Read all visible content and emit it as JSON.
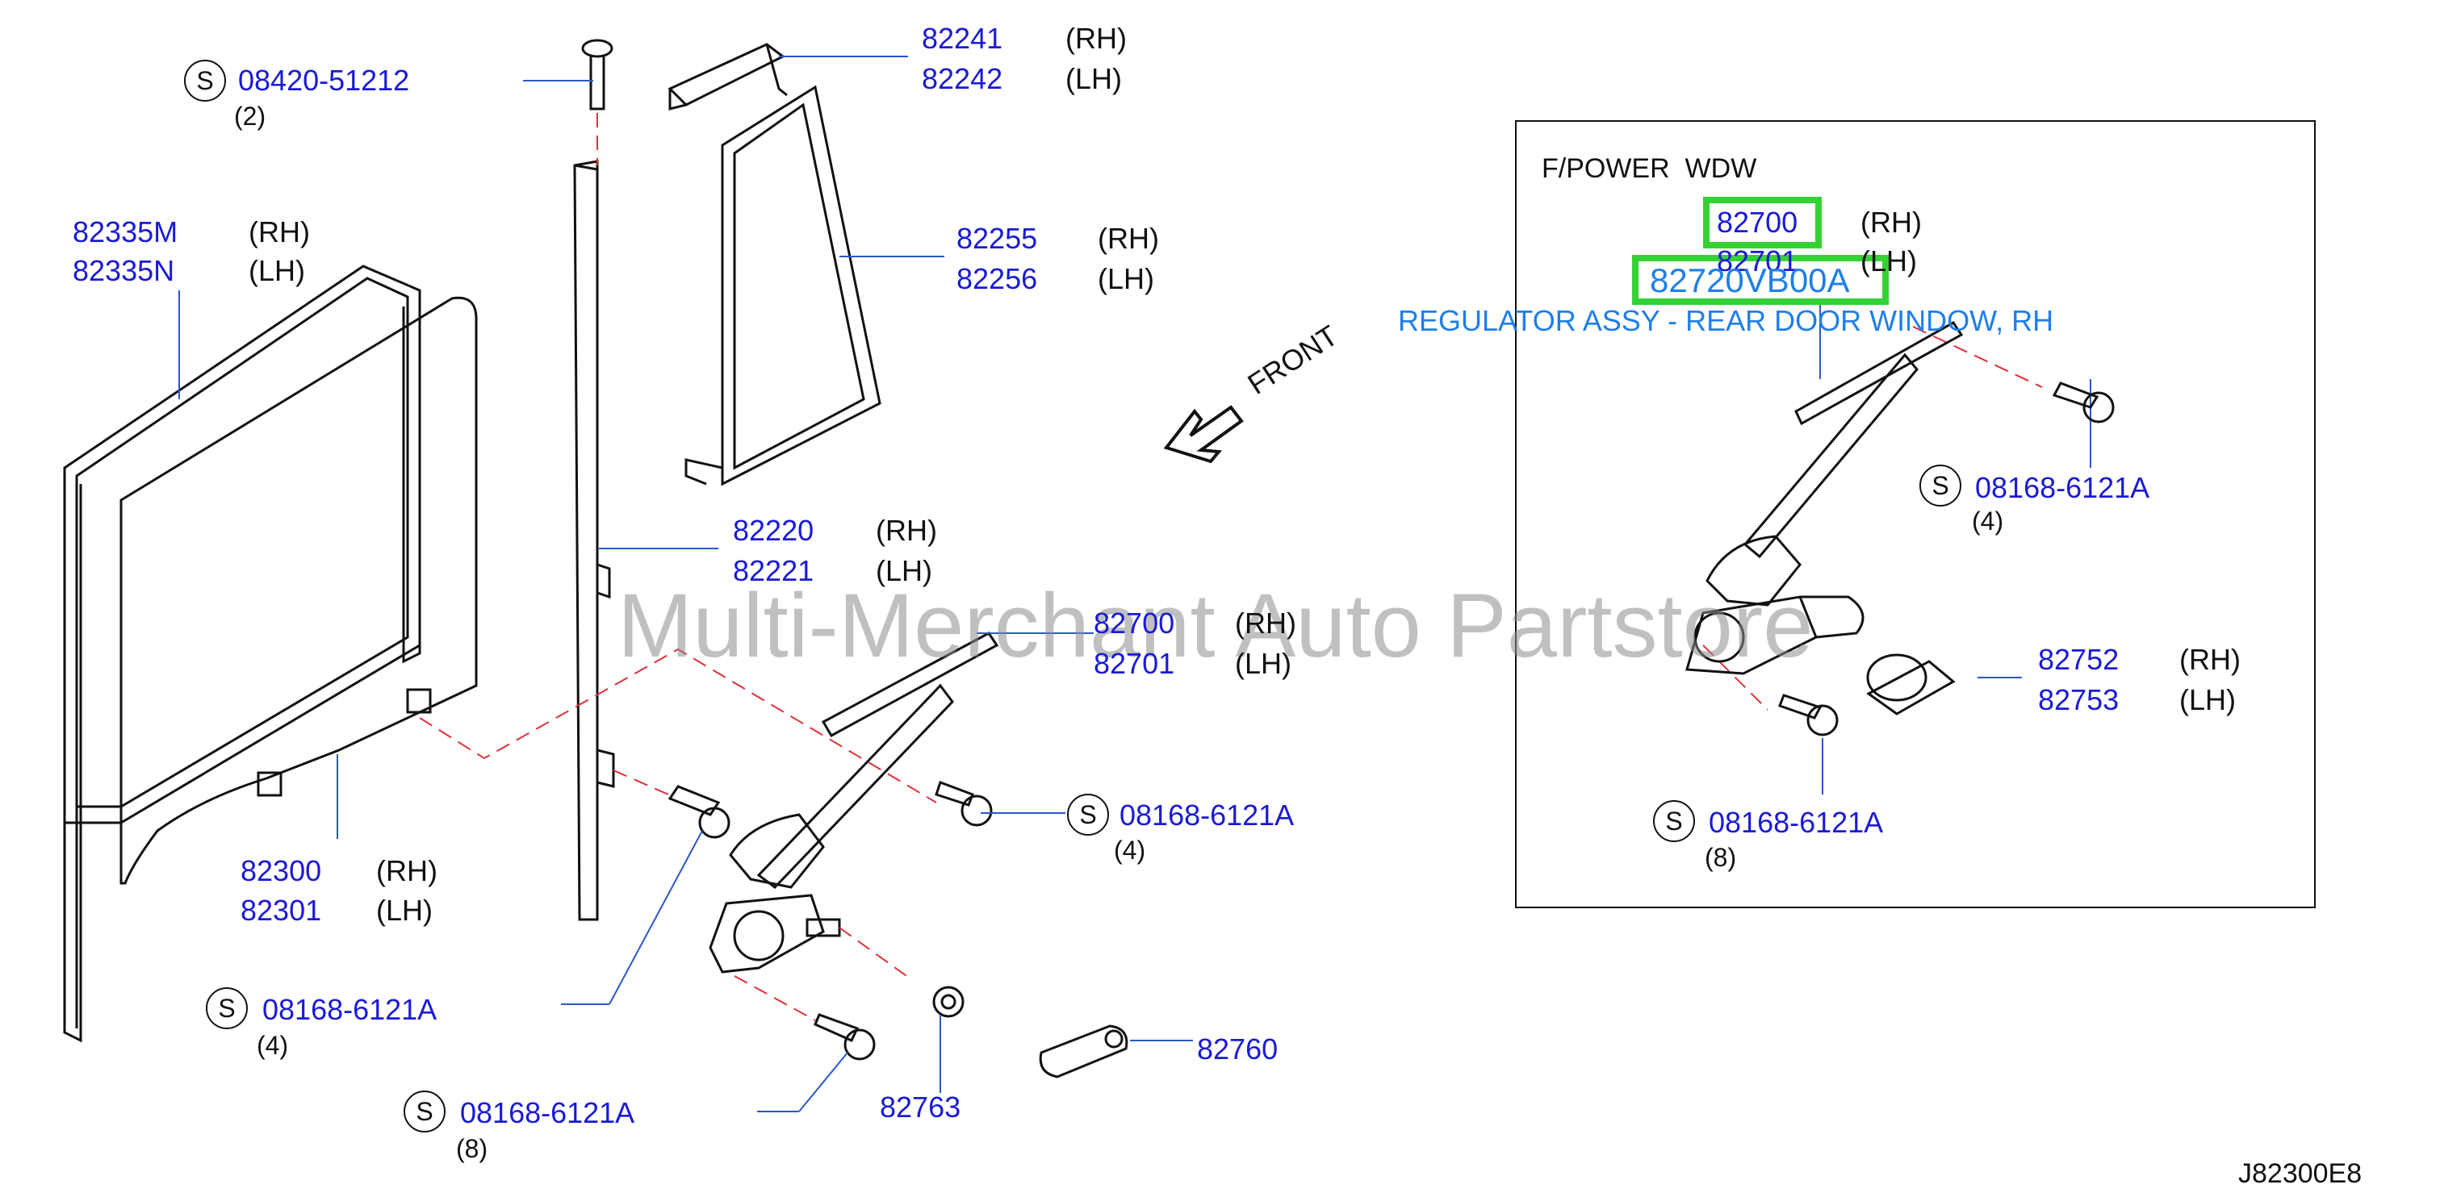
{
  "watermark": "Multi-Merchant Auto Partstore",
  "figure_code": "J82300E8",
  "front_label": "FRONT",
  "inset": {
    "title": "F/POWER  WDW",
    "highlight_part": "82720VB00A",
    "highlight_desc": "REGULATOR ASSY - REAR DOOR WINDOW, RH"
  },
  "callouts": {
    "c82241": {
      "pn": "82241",
      "side": "(RH)"
    },
    "c82242": {
      "pn": "82242",
      "side": "(LH)"
    },
    "c08420": {
      "s": "S",
      "pn": "08420-51212",
      "qty": "(2)"
    },
    "c82335m": {
      "pn": "82335M",
      "side": "(RH)"
    },
    "c82335n": {
      "pn": "82335N",
      "side": "(LH)"
    },
    "c82255": {
      "pn": "82255",
      "side": "(RH)"
    },
    "c82256": {
      "pn": "82256",
      "side": "(LH)"
    },
    "c82220": {
      "pn": "82220",
      "side": "(RH)"
    },
    "c82221": {
      "pn": "82221",
      "side": "(LH)"
    },
    "c82700": {
      "pn": "82700",
      "side": "(RH)"
    },
    "c82701": {
      "pn": "82701",
      "side": "(LH)"
    },
    "c08168a": {
      "s": "S",
      "pn": "08168-6121A",
      "qty": "(4)"
    },
    "c82300": {
      "pn": "82300",
      "side": "(RH)"
    },
    "c82301": {
      "pn": "82301",
      "side": "(LH)"
    },
    "c08168b": {
      "s": "S",
      "pn": "08168-6121A",
      "qty": "(4)"
    },
    "c82760": {
      "pn": "82760"
    },
    "c82763": {
      "pn": "82763"
    },
    "c08168c": {
      "s": "S",
      "pn": "08168-6121A",
      "qty": "(8)"
    },
    "i82700": {
      "pn": "82700",
      "side": "(RH)"
    },
    "i82701": {
      "pn": "82701",
      "side": "(LH)"
    },
    "i08168a": {
      "s": "S",
      "pn": "08168-6121A",
      "qty": "(4)"
    },
    "i82752": {
      "pn": "82752",
      "side": "(RH)"
    },
    "i82753": {
      "pn": "82753",
      "side": "(LH)"
    },
    "i08168b": {
      "s": "S",
      "pn": "08168-6121A",
      "qty": "(8)"
    }
  }
}
